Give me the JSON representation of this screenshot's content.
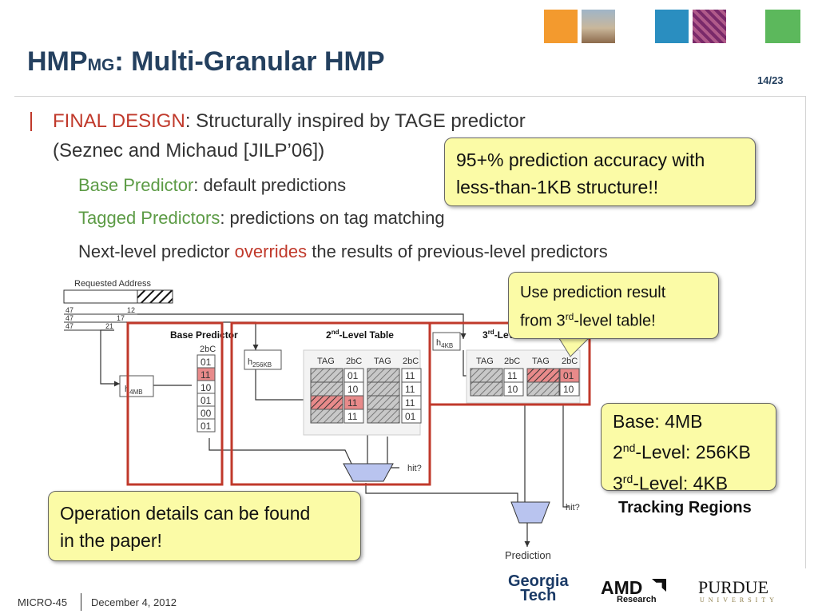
{
  "header": {
    "title_main": "HMP",
    "title_sub": "MG",
    "title_rest": ": Multi-Granular HMP",
    "page": "14/23"
  },
  "body": {
    "final_design_label": "FINAL DESIGN",
    "line1_rest": ": Structurally inspired by TAGE predictor",
    "line2": "(Seznec and Michaud [JILP’06])",
    "bullets": [
      {
        "highlight": "Base Predictor",
        "rest": ": default predictions"
      },
      {
        "highlight": "Tagged Predictors",
        "rest": ": predictions on tag matching"
      },
      {
        "pre": "Next-level predictor ",
        "highlight": "overrides",
        "rest": " the results of previous-level predictors"
      }
    ],
    "bullet_glyph": ""
  },
  "callouts": {
    "accuracy_line1": "95+% prediction accuracy with",
    "accuracy_line2": "less-than-1KB structure!!",
    "use_line1": "Use prediction result",
    "use_pre": "from 3",
    "use_sup": "rd",
    "use_post": "-level table!",
    "sizes_base": "Base: 4MB",
    "sizes_2_pre": "2",
    "sizes_2_sup": "nd",
    "sizes_2_post": "-Level: 256KB",
    "sizes_3_pre": "3",
    "sizes_3_sup": "rd",
    "sizes_3_post": "-Level: 4KB",
    "ops_line1": "Operation details can be found",
    "ops_line2": "in the paper!",
    "tracking": "Tracking Regions"
  },
  "diagram": {
    "requested_address": "Requested Address",
    "addr_rows": [
      [
        "47",
        "12"
      ],
      [
        "47",
        "17"
      ],
      [
        "47",
        "21"
      ]
    ],
    "base_predictor": "Base Predictor",
    "second_level_sup": "nd",
    "second_level_num": "2",
    "second_level_rest": "-Level Table",
    "third_level_num": "3",
    "third_level_sup": "rd",
    "third_level_rest": "-Level Table",
    "h4mb": "h",
    "h4mb_sub": "4MB",
    "h256kb": "h",
    "h256kb_sub": "256KB",
    "h4kb": "h",
    "h4kb_sub": "4KB",
    "col_2bc": "2bC",
    "col_tag": "TAG",
    "base_counters": [
      "01",
      "11",
      "10",
      "01",
      "00",
      "01"
    ],
    "second_rows": [
      [
        "01",
        "11"
      ],
      [
        "10",
        "11"
      ],
      [
        "11",
        "11"
      ],
      [
        "11",
        "01"
      ]
    ],
    "third_rows": [
      [
        "11",
        "01"
      ],
      [
        "10",
        "10"
      ]
    ],
    "hit_label": "hit?",
    "prediction": "Prediction"
  },
  "footer": {
    "conference": "MICRO-45",
    "date": "December 4, 2012",
    "logo_gt_1": "Georgia",
    "logo_gt_2": "Tech",
    "logo_amd": "AMD",
    "logo_amd_research": "Research",
    "logo_purdue": "PURDUE",
    "logo_purdue_univ": "UNIVERSITY"
  },
  "colors": {
    "title": "#24405f",
    "accent_red": "#c0392b",
    "accent_green": "#5c9b45",
    "callout_fill": "#fbfba6",
    "region_red": "#c0392b",
    "hot_cell": "#e88a8a",
    "mux_fill": "#b9c4ef"
  }
}
